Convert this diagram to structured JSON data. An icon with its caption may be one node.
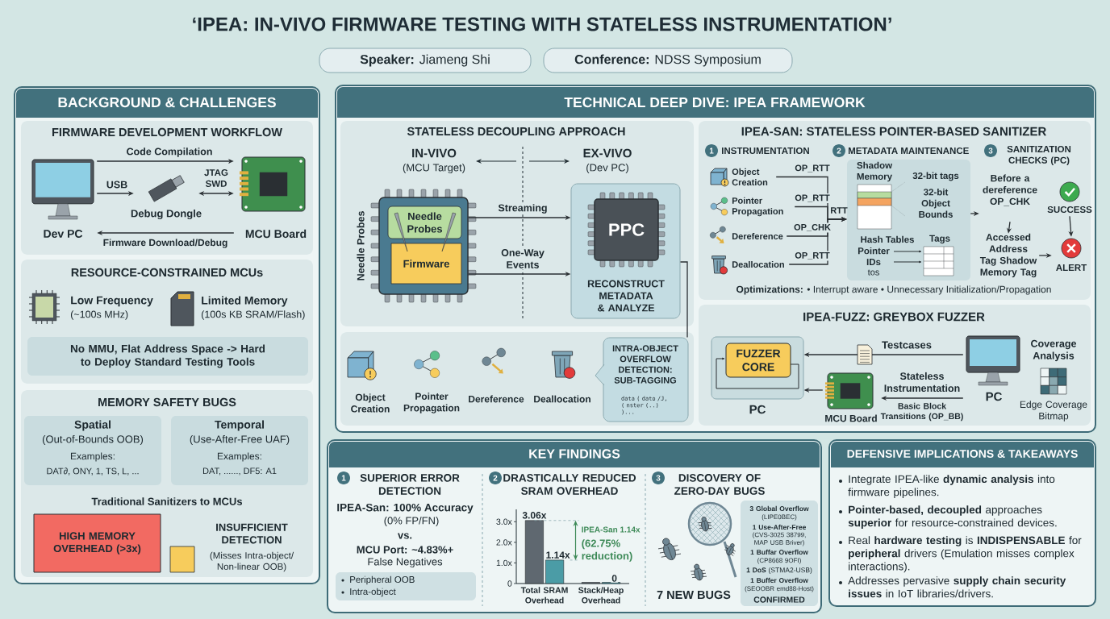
{
  "diagram": {
    "title": "‘IPEA: IN-VIVO FIRMWARE TESTING WITH STATELESS INSTRUMENTATION’",
    "nodes": [
      {
        "text": [
          "**Speaker:** Jiameng Shi"
        ]
      },
      {
        "text": [
          "**Conference:** NDSS Symposium"
        ]
      },
      {
        "text": [
          "BACKGROUND & CHALLENGES"
        ]
      },
      {
        "text": [
          "FIRMWARE DEVELOPMENT WORKFLOW"
        ],
        "in": 2
      },
      {
        "text": [
          "Dev PC"
        ],
        "in": 3
      },
      {
        "text": [
          "Debug Dongle"
        ],
        "in": 3
      },
      {
        "text": [
          "MCU Board"
        ],
        "in": 3
      },
      {
        "text": [
          "RESOURCE-CONSTRAINED MCUs",
          "Low Frequency",
          "(~100s MHz)",
          "Limited Memory",
          "(100s KB SRAM/Flash)"
        ],
        "in": 2
      },
      {
        "text": [
          "No MMU, Flat Address Space -> Hard to Deploy Standard Testing Tools"
        ],
        "in": 7
      },
      {
        "text": [
          "MEMORY SAFETY BUGS",
          "Traditional Sanitizers to MCUs"
        ],
        "in": 2
      },
      {
        "text": [
          "Spatial",
          "(Out-of-Bounds OOB)",
          "Examples:",
          "DAT∂, ONY, 1, TS, L, ..."
        ],
        "in": 9
      },
      {
        "text": [
          "Temporal",
          "(Use-After-Free UAF)",
          "Examples:",
          "DAT, ......, DF5: A1"
        ],
        "in": 9
      },
      {
        "text": [
          "HIGH MEMORY OVERHEAD (>3x)"
        ],
        "in": 9
      },
      {
        "text": [],
        "shape": "box",
        "beside": [
          "INSUFFICIENT DETECTION",
          "(Misses Intra-object/ Non-linear OOB)"
        ],
        "in": 9
      },
      {
        "text": [
          "TECHNICAL DEEP DIVE: IPEA FRAMEWORK"
        ]
      },
      {
        "text": [
          "STATELESS DECOUPLING APPROACH",
          "IN-VIVO",
          "(MCU Target)",
          "EX-VIVO",
          "(Dev PC)"
        ],
        "in": 14
      },
      {
        "text": [
          "Needle Probes"
        ],
        "in": 15
      },
      {
        "text": [
          "Needle Probes"
        ],
        "in": 16
      },
      {
        "text": [
          "Firmware"
        ],
        "in": 16
      },
      {
        "text": [
          "RECONSTRUCT METADATA & ANALYZE"
        ],
        "in": 15
      },
      {
        "text": [
          "PPC"
        ],
        "in": 19
      },
      {
        "text": [
          "Object Creation",
          "Pointer Propagation",
          "Dereference",
          "Deallocation"
        ],
        "in": 14
      },
      {
        "text": [
          "INTRA-OBJECT OVERFLOW DETECTION: SUB-TAGGING",
          "data ( dato /J, ( nster (..) )..."
        ],
        "in": 21
      },
      {
        "text": [
          "IPEA-SAN: STATELESS POINTER-BASED SANITIZER",
          "INSTRUMENTATION",
          "METADATA MAINTENANCE",
          "SANITIZATION CHECKS (PC)",
          "**Optimizations:** • Interrupt aware   • Unnecessary Initialization/Propagation"
        ],
        "in": 14
      },
      {
        "text": [
          "1"
        ],
        "in": 23
      },
      {
        "text": [
          "2"
        ],
        "in": 23
      },
      {
        "text": [
          "3"
        ],
        "in": 23
      },
      {
        "text": [
          "Object Creation"
        ],
        "in": 23
      },
      {
        "text": [
          "Pointer Propagation"
        ],
        "in": 23
      },
      {
        "text": [
          "Dereference"
        ],
        "in": 23
      },
      {
        "text": [
          "Deallocation"
        ],
        "in": 23
      },
      {
        "text": [
          "Shadow Memory",
          "32-bit tags",
          "32-bit Object Bounds",
          "Hash Tables",
          "Tags",
          "Pointer IDs",
          "tos"
        ],
        "in": 23
      },
      {
        "text": [
          "Before a dereference OP_CHK"
        ],
        "in": 23
      },
      {
        "text": [
          "Accessed Address Tag Shadow Memory Tag"
        ],
        "in": 23
      },
      {
        "text": [
          "SUCCESS"
        ],
        "in": 23
      },
      {
        "text": [
          "ALERT"
        ],
        "in": 23
      },
      {
        "text": [
          "IPEA-FUZZ: GREYBOX FUZZER",
          "Coverage Analysis",
          "Edge Coverage Bitmap"
        ],
        "in": 14
      },
      {
        "text": [
          "PC"
        ],
        "in": 36
      },
      {
        "text": [
          "FUZZER CORE"
        ],
        "in": 37
      },
      {
        "text": [
          "PC"
        ],
        "in": 36
      },
      {
        "text": [
          "MCU Board"
        ],
        "in": 36
      },
      {
        "text": [
          "KEY FINDINGS",
          "SUPERIOR ERROR DETECTION",
          "IPEA-San: 100% Accuracy",
          "(0% FP/FN)",
          "vs.",
          "MCU Port: ~4.83%+",
          "False Negatives",
          "DRASTICALLY REDUCED SRAM OVERHEAD",
          "DISCOVERY OF ZERO-DAY BUGS",
          "7 NEW BUGS"
        ]
      },
      {
        "text": [
          "1"
        ],
        "in": 41
      },
      {
        "text": [
          "2"
        ],
        "in": 41
      },
      {
        "text": [
          "3"
        ],
        "in": 41
      },
      {
        "text": [
          "Peripheral OOB",
          "Intra-object"
        ],
        "in": 41
      },
      {
        "text": [
          "3 Global Overflow",
          "(LIPE0BEC)",
          "1 Use-After-Free",
          "(CVS-3025 38799, MAP USB Briver)",
          "1 Buffar Overflow",
          "(CP8668 9OFI)",
          "**1 DoS** (STMA2-USB)",
          "1 Buffer Overflow",
          "(SEOOBR emd88-Host)",
          "CONFIRMED"
        ],
        "in": 41
      },
      {
        "text": [
          "DEFENSIVE IMPLICATIONS & TAKEAWAYS",
          "Integrate IPEA-like **dynamic analysis** into firmware pipelines.",
          "**Pointer-based, decoupled** approaches **superior** for resource-constrained devices.",
          "Real **hardware testing** is **INDISPENSABLE** for **peripheral** drivers (Emulation misses complex interactions).",
          "Addresses pervasive **supply chain security issues** in IoT libraries/drivers."
        ]
      }
    ],
    "edges": [
      {
        "from": 4,
        "to": 6,
        "arrow": "to",
        "label": "Code Compilation"
      },
      {
        "from": 4,
        "to": 5,
        "arrow": "to",
        "label": "USB"
      },
      {
        "from": 5,
        "to": 6,
        "arrow": "both",
        "label": "JTAG SWD"
      },
      {
        "from": 6,
        "to": 4,
        "arrow": "to",
        "label": "Firmware Download/Debug"
      },
      {
        "from": 16,
        "to": 19,
        "arrow": "to",
        "label": "Streaming"
      },
      {
        "from": 16,
        "to": 19,
        "arrow": "to",
        "label": "One-Way Events"
      },
      {
        "from": 19,
        "to": 22,
        "arrow": "none"
      },
      {
        "from": 27,
        "to": 31,
        "arrow": "to",
        "label": "OP_RTT"
      },
      {
        "from": 28,
        "to": 31,
        "arrow": "to",
        "label": "OP_RTT"
      },
      {
        "from": 29,
        "to": 31,
        "arrow": "to",
        "label": "OP_CHK"
      },
      {
        "from": 30,
        "to": 31,
        "arrow": "to",
        "label": "OP_RTT"
      },
      {
        "from": 31,
        "to": 32,
        "arrow": "to"
      },
      {
        "from": 32,
        "to": 33,
        "arrow": "to"
      },
      {
        "from": 33,
        "to": 35,
        "arrow": "to"
      },
      {
        "from": 34,
        "to": 35,
        "arrow": "to"
      },
      {
        "from": 39,
        "to": 37,
        "arrow": "to",
        "label": "Testcases"
      },
      {
        "from": 39,
        "to": 40,
        "arrow": "to",
        "label": "Stateless Instrumentation"
      },
      {
        "from": 40,
        "to": 37,
        "arrow": "to"
      }
    ],
    "labels": [
      "RTT",
      "Basic Block Transitions (OP_BB)"
    ],
    "chart_data": {
      "type": "bar",
      "categories": [
        "Total SRAM Overhead",
        "Stack/Heap Overhead"
      ],
      "series": [
        {
          "color": "#5f6870",
          "values": [
            3.06,
            0
          ]
        },
        {
          "color": "#4b9ca6",
          "values": [
            1.14,
            0
          ]
        }
      ],
      "ylim": [
        0,
        3.6
      ],
      "yticks": [
        {
          "value": 0,
          "label": "0"
        },
        {
          "value": 1,
          "label": "1.0x"
        },
        {
          "value": 2,
          "label": "2.0x"
        },
        {
          "value": 3,
          "label": "3.0x"
        }
      ],
      "value_labels": [
        [
          "3.06x",
          null
        ],
        [
          "1.14x",
          "0"
        ]
      ],
      "annotations": [
        "IPEA-San 1.14x",
        "(62.75% reduction)"
      ]
    }
  }
}
